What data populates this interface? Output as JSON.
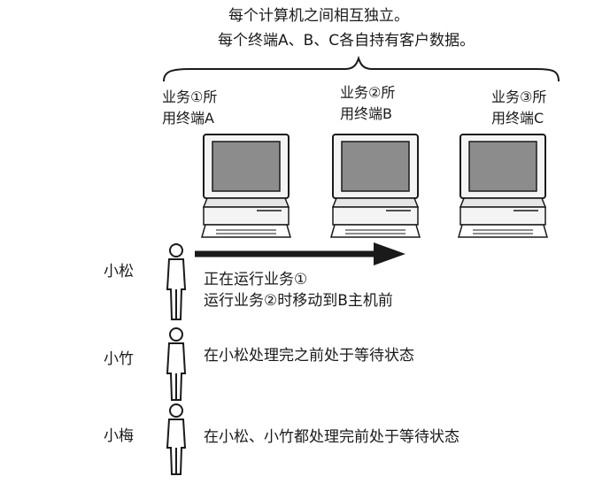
{
  "header": {
    "line1": "每个计算机之间相互独立。",
    "line2": "每个终端A、B、C各自持有客户数据。"
  },
  "terminals": [
    {
      "line1": "业务①所",
      "line2": "用终端A"
    },
    {
      "line1": "业务②所",
      "line2": "用终端B"
    },
    {
      "line1": "业务③所",
      "line2": "用终端C"
    }
  ],
  "people": [
    {
      "name": "小松",
      "line1": "正在运行业务①",
      "line2": "运行业务②时移动到B主机前"
    },
    {
      "name": "小竹",
      "line1": "在小松处理完之前处于等待状态"
    },
    {
      "name": "小梅",
      "line1": "在小松、小竹都处理完前处于等待状态"
    }
  ],
  "colors": {
    "ink": "#1a1a1a",
    "screen": "#8c8c8c",
    "monitor": "#f4f4f4"
  }
}
